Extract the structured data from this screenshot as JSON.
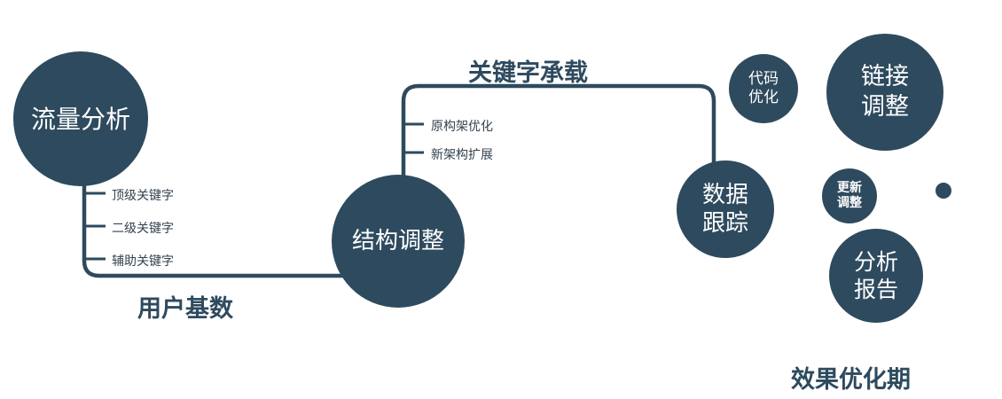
{
  "colors": {
    "primary": "#2e4a5e",
    "text_light": "#ffffff",
    "background": "#ffffff"
  },
  "nodes": {
    "traffic_analysis": {
      "label": "流量分析"
    },
    "structure_adjust": {
      "label": "结构调整"
    },
    "data_tracking": {
      "label": "数据跟踪"
    },
    "code_optimize": {
      "label": "代码优化"
    },
    "link_adjust": {
      "label": "链接调整"
    },
    "update_adjust": {
      "label": "更新调整"
    },
    "analysis_report": {
      "label": "分析报告"
    }
  },
  "branches": {
    "top_keyword": "顶级关键字",
    "second_keyword": "二级关键字",
    "aux_keyword": "辅助关键字",
    "orig_arch_opt": "原构架优化",
    "new_arch_ext": "新架构扩展"
  },
  "edge_labels": {
    "keyword_carry": "关键字承载",
    "user_base": "用户基数"
  },
  "caption": "效果优化期"
}
